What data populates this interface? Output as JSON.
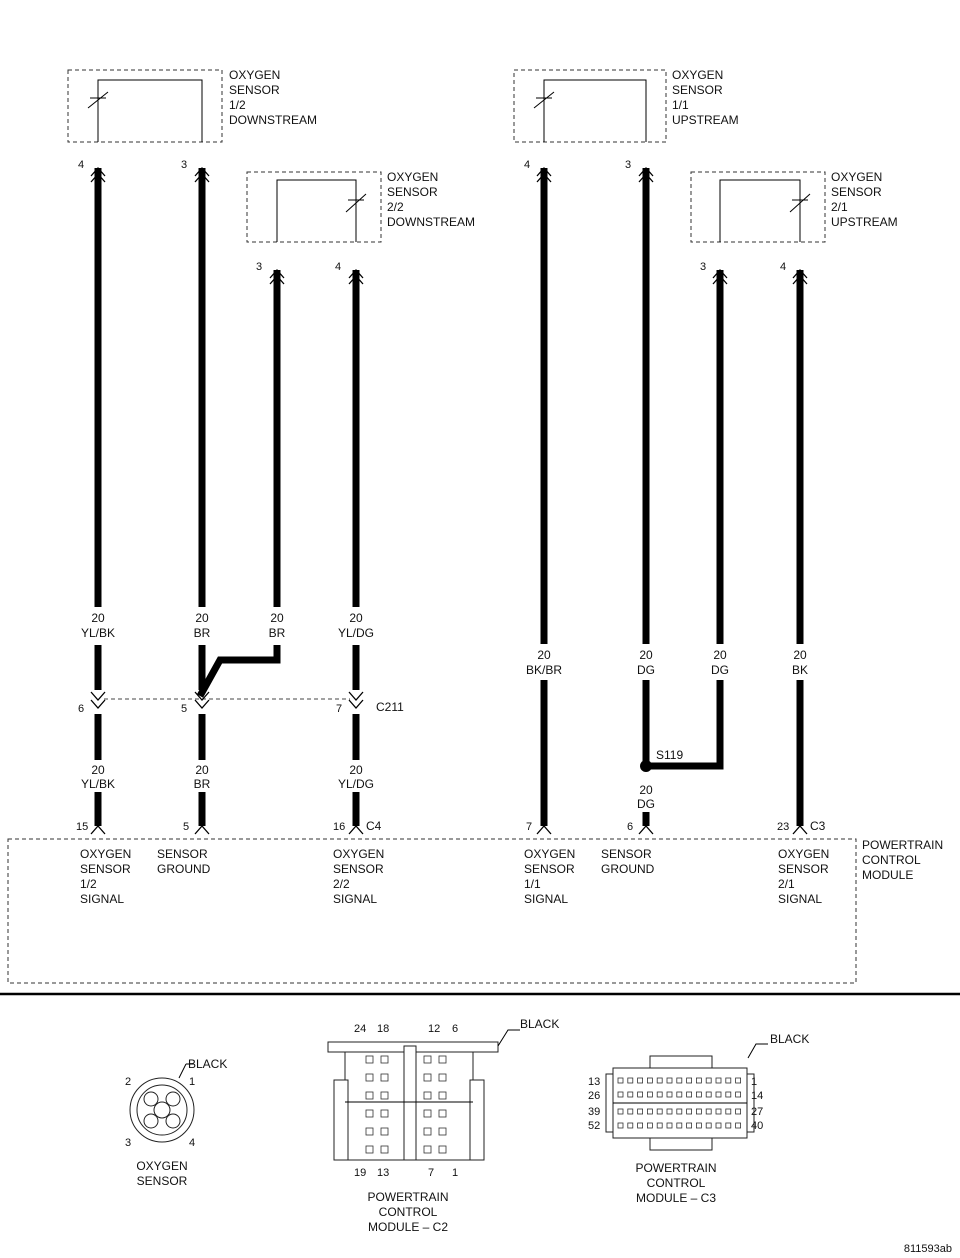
{
  "sensors": {
    "s12": [
      "OXYGEN",
      "SENSOR",
      "1/2",
      "DOWNSTREAM"
    ],
    "s22": [
      "OXYGEN",
      "SENSOR",
      "2/2",
      "DOWNSTREAM"
    ],
    "s11": [
      "OXYGEN",
      "SENSOR",
      "1/1",
      "UPSTREAM"
    ],
    "s21": [
      "OXYGEN",
      "SENSOR",
      "2/1",
      "UPSTREAM"
    ]
  },
  "wires": {
    "w1": {
      "top_pin": "4",
      "gauge": "20",
      "color": "YL/BK",
      "c211_pin": "6",
      "gauge2": "20",
      "color2": "YL/BK",
      "pcm_pin": "15"
    },
    "w2": {
      "top_pin": "3",
      "gauge": "20",
      "color": "BR",
      "c211_pin": "5",
      "gauge2": "20",
      "color2": "BR",
      "pcm_pin": "5"
    },
    "w3": {
      "top_pin": "3",
      "gauge": "20",
      "color": "BR"
    },
    "w4": {
      "top_pin": "4",
      "gauge": "20",
      "color": "YL/DG",
      "c211_pin": "7",
      "gauge2": "20",
      "color2": "YL/DG",
      "pcm_pin": "16"
    },
    "w5": {
      "top_pin": "4",
      "gauge": "20",
      "color": "BK/BR",
      "pcm_pin": "7"
    },
    "w6": {
      "top_pin": "3",
      "gauge": "20",
      "color": "DG",
      "gauge2": "20",
      "color2": "DG",
      "pcm_pin": "6"
    },
    "w7": {
      "top_pin": "3",
      "gauge": "20",
      "color": "DG"
    },
    "w8": {
      "top_pin": "4",
      "gauge": "20",
      "color": "BK",
      "pcm_pin": "23"
    }
  },
  "connectors": {
    "c211": "C211",
    "c4": "C4",
    "c3": "C3",
    "splice": "S119"
  },
  "pcm": {
    "title": [
      "POWERTRAIN",
      "CONTROL",
      "MODULE"
    ],
    "sig12": [
      "OXYGEN",
      "SENSOR",
      "1/2",
      "SIGNAL"
    ],
    "gnd_left": [
      "SENSOR",
      "GROUND"
    ],
    "sig22": [
      "OXYGEN",
      "SENSOR",
      "2/2",
      "SIGNAL"
    ],
    "sig11": [
      "OXYGEN",
      "SENSOR",
      "1/1",
      "SIGNAL"
    ],
    "gnd_right": [
      "SENSOR",
      "GROUND"
    ],
    "sig21": [
      "OXYGEN",
      "SENSOR",
      "2/1",
      "SIGNAL"
    ]
  },
  "views": {
    "o2": {
      "color": "BLACK",
      "pins": [
        "2",
        "1",
        "3",
        "4"
      ],
      "label": [
        "OXYGEN",
        "SENSOR"
      ]
    },
    "c2": {
      "color": "BLACK",
      "top_pins": [
        "24",
        "18",
        "12",
        "6"
      ],
      "bottom_pins": [
        "19",
        "13",
        "7",
        "1"
      ],
      "label": [
        "POWERTRAIN",
        "CONTROL",
        "MODULE – C2"
      ]
    },
    "c3": {
      "color": "BLACK",
      "left_pins": [
        "13",
        "26",
        "39",
        "52"
      ],
      "right_pins": [
        "1",
        "14",
        "27",
        "40"
      ],
      "label": [
        "POWERTRAIN",
        "CONTROL",
        "MODULE – C3"
      ]
    }
  },
  "figure_id": "811593ab"
}
